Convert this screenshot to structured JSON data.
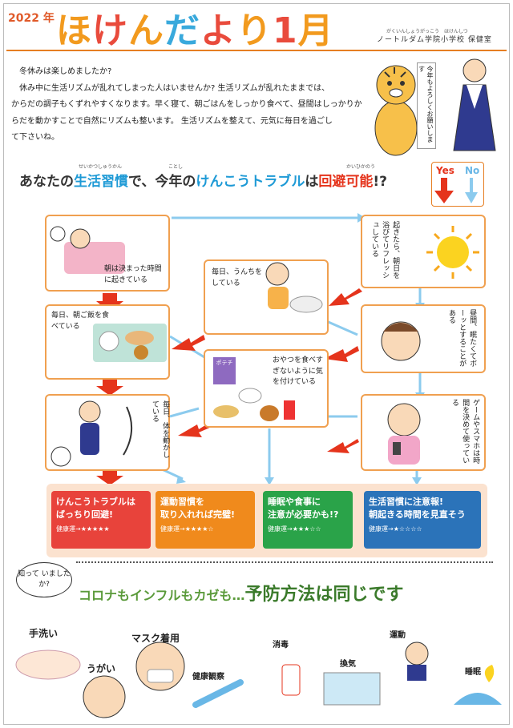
{
  "header": {
    "year": "2022 年",
    "title_chars": [
      "ほ",
      "け",
      "ん",
      "だ",
      "よ",
      "り",
      "1",
      "月"
    ],
    "school_ruby": "がくいんしょうがっこう　ほけんしつ",
    "school": "ノートルダム学院小学校 保健室",
    "title_colors": [
      "#f29a1e",
      "#e94b3c",
      "#f29a1e",
      "#39a9dc",
      "#e94b3c",
      "#f29a1e",
      "#e94b3c",
      "#f29a1e"
    ]
  },
  "intro": {
    "lines": [
      "冬休みは楽しめましたか?",
      "休み中に生活リズムが乱れてしまった人はいませんか? 生活リズムが乱れたままでは、",
      "からだの調子もくずれやすくなります。早く寝て、朝ごはんをしっかり食べて、昼間はしっかりか",
      "らだを動かすことで自然にリズムも整います。 生活リズムを整えて、元気に毎日を過ごし",
      "て下さいね。"
    ]
  },
  "banner": "今年もよろしくお願いします",
  "question": {
    "part1": "あなたの",
    "part2": "生活習慣",
    "part3": "で、今年の",
    "part4": "けんこうトラブル",
    "part5": "は",
    "part6": "回避可能",
    "part7": "!?",
    "ruby1": "せいかつしゅうかん",
    "ruby2": "ことし",
    "ruby3": "かいひかのう"
  },
  "legend": {
    "yes": "Yes",
    "no": "No"
  },
  "flow": {
    "b1": "朝は決まった時間に起きている",
    "b2": "起きたら、朝日を浴びてリフレッシュしている",
    "b3": "毎日、うんちをしている",
    "b4": "毎日、朝ご飯を食べている",
    "b5": "昼間、眠たくてボーッとすることがある",
    "b6": "おやつを食べすぎないように気を付けている",
    "b7": "毎日、体を動かしている",
    "b8": "ゲームやスマホは時間を決めて使っている",
    "b6_label": "ポテチ"
  },
  "results": [
    {
      "title1": "けんこうトラブルは",
      "title2": "ばっちり回避!",
      "luck": "健康運→★★★★★",
      "color": "#e8433b"
    },
    {
      "title1": "運動習慣を",
      "title2": "取り入れれば完璧!",
      "luck": "健康運→★★★★☆",
      "color": "#f08a1c"
    },
    {
      "title1": "睡眠や食事に",
      "title2": "注意が必要かも!?",
      "luck": "健康運→★★★☆☆",
      "color": "#2aa349"
    },
    {
      "title1": "生活習慣に注意報!",
      "title2": "朝起きる時間を見直そう",
      "luck": "健康運→★☆☆☆☆",
      "color": "#2b73b9"
    }
  ],
  "prevention": {
    "bubble": "知って いましたか?",
    "title_a": "コロナもインフルもカゼも…",
    "title_b": "予防方法は同じです",
    "items": [
      "手洗い",
      "うがい",
      "マスク着用",
      "健康観察",
      "消毒",
      "換気",
      "運動",
      "睡眠"
    ]
  }
}
